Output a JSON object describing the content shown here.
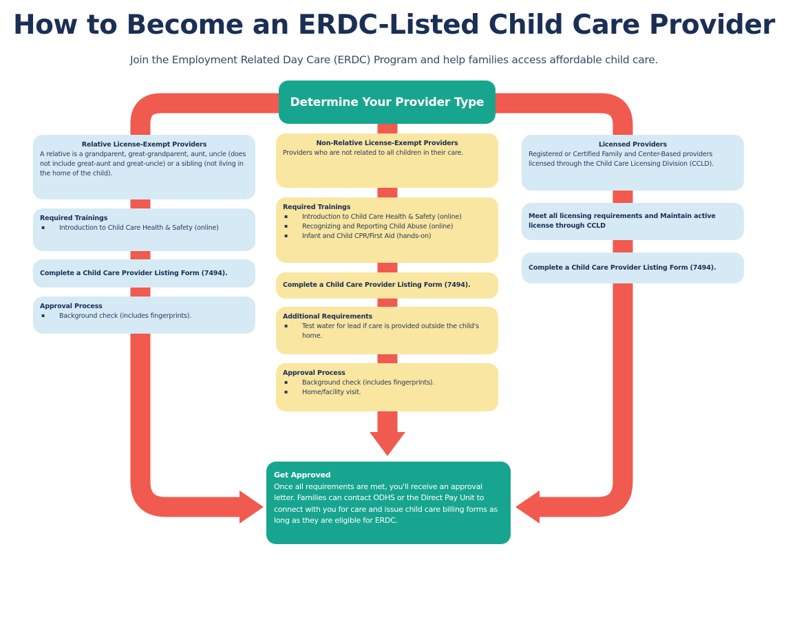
{
  "header": {
    "title": "How to Become an ERDC-Listed Child Care Provider",
    "subtitle": "Join the Employment Related Day Care (ERDC) Program and help families access affordable child care."
  },
  "start": {
    "label": "Determine Your Provider Type"
  },
  "columns": {
    "relative": {
      "title": "Relative License-Exempt Providers",
      "description": "A relative is a grandparent, great-grandparent, aunt, uncle (does not include great-aunt and great-uncle) or a sibling (not living in the home of the child).",
      "trainings_heading": "Required Trainings",
      "trainings": [
        "Introduction to Child Care Health & Safety (online)"
      ],
      "listing_form": "Complete a Child Care Provider Listing Form (7494).",
      "approval_heading": "Approval Process",
      "approval": [
        "Background check (includes fingerprints)."
      ]
    },
    "non_relative": {
      "title": "Non-Relative License-Exempt Providers",
      "description": "Providers who are not related to all children in their care.",
      "trainings_heading": "Required Trainings",
      "trainings": [
        "Introduction to Child Care Health & Safety (online)",
        "Recognizing and Reporting Child Abuse (online)",
        "Infant and Child CPR/First Aid (hands-on)"
      ],
      "listing_form": "Complete a Child Care Provider Listing Form (7494).",
      "additional_heading": "Additional Requirements",
      "additional": [
        "Test water for lead if care is provided outside the child's home."
      ],
      "approval_heading": "Approval Process",
      "approval": [
        "Background check (includes fingerprints).",
        "Home/facility visit."
      ]
    },
    "licensed": {
      "title": "Licensed Providers",
      "description": "Registered or Certified Family and Center-Based providers licensed through the Child Care Licensing Division (CCLD).",
      "requirements": "Meet all licensing requirements and Maintain active license through CCLD",
      "listing_form": "Complete a Child Care Provider Listing Form (7494)."
    }
  },
  "end": {
    "heading": "Get Approved",
    "text": "Once all requirements are met, you'll receive an approval letter. Families can contact ODHS or the Direct Pay Unit to connect with you for care and issue child care billing forms as long as they are eligible for ERDC."
  },
  "colors": {
    "title": "#1b2f55",
    "teal": "#17a58f",
    "arrow_red": "#f05a4f",
    "blue_box": "#d6eaf6",
    "yellow_box": "#f9e6a0"
  }
}
